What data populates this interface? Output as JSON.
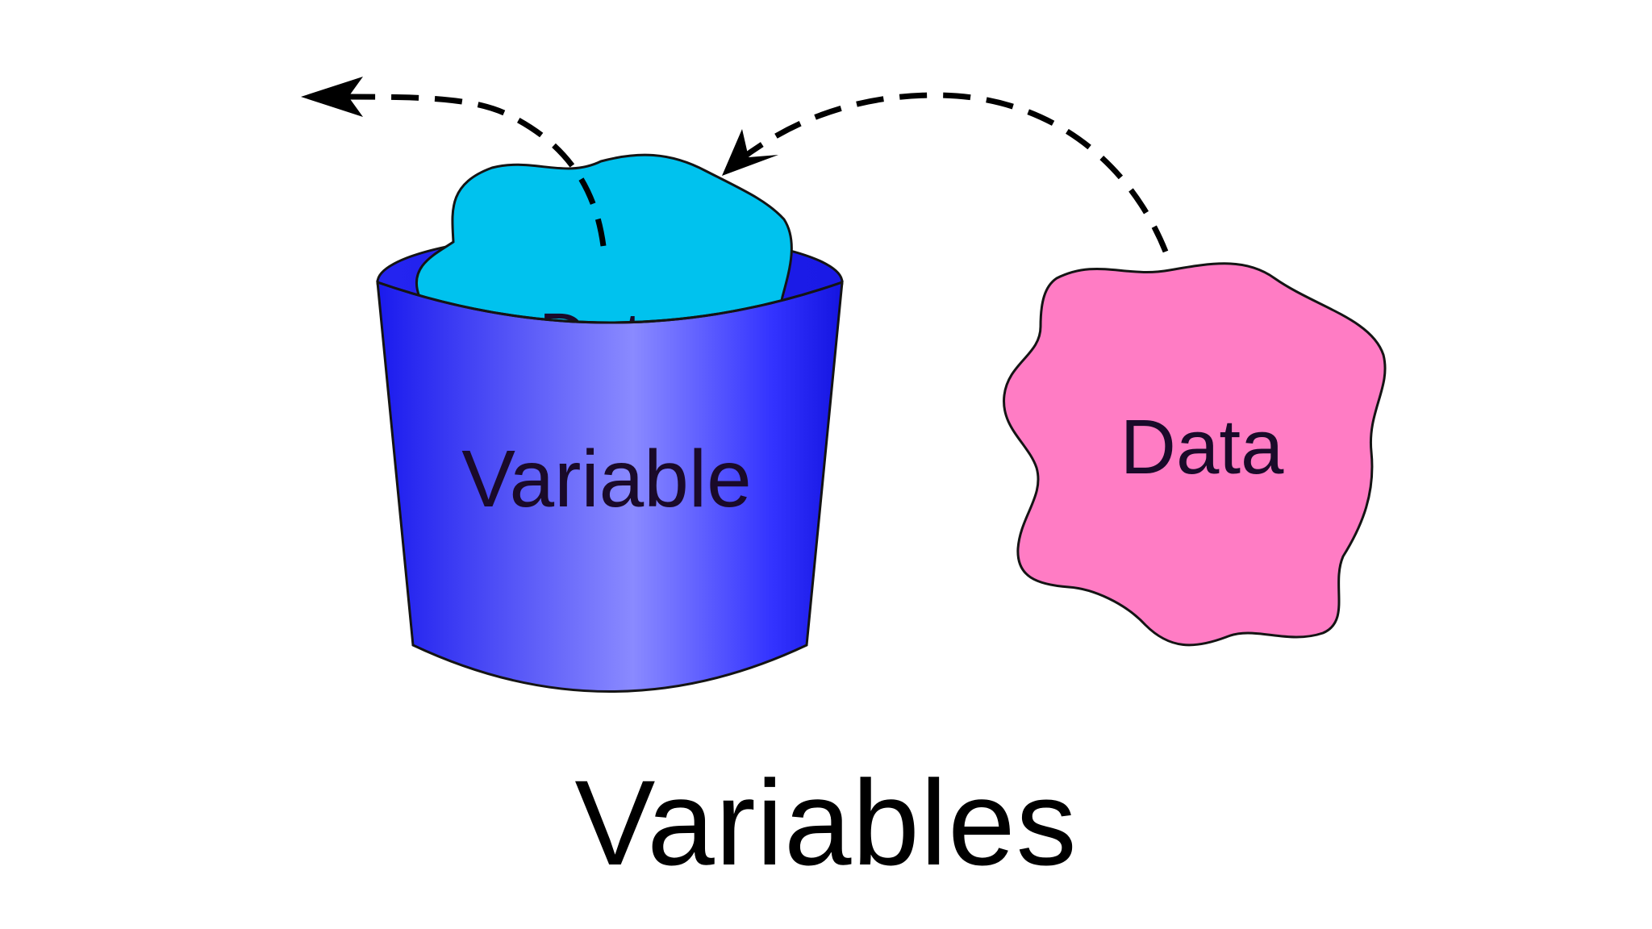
{
  "diagram": {
    "bucket_label": "Variable",
    "stored_data_label": "Data",
    "incoming_data_label": "Data",
    "caption": "Variables"
  },
  "colors": {
    "bucket_blue": "#2b2bff",
    "bucket_highlight": "#8080ff",
    "stored_data_cyan": "#00c2ee",
    "incoming_data_pink": "#ff7cc4",
    "outline": "#141414",
    "arrow": "#000000"
  },
  "icons": {
    "bucket": "bucket-shape",
    "data_blob": "wavy-blob-shape",
    "arrow": "dashed-curved-arrow"
  }
}
